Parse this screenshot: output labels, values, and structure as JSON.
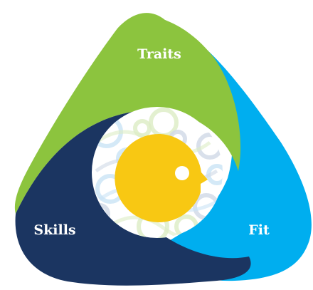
{
  "diagram": {
    "segments": [
      {
        "key": "traits",
        "label": "Traits",
        "color": "#8cc43e"
      },
      {
        "key": "fit",
        "label": "Fit",
        "color": "#00aeef"
      },
      {
        "key": "skills",
        "label": "Skills",
        "color": "#1b3561"
      }
    ],
    "center": {
      "ring_color": "#ffffff",
      "pattern_colors": [
        "#c9e3f5",
        "#dcecc4",
        "#cfd8e6"
      ],
      "circle_color": "#f8c813",
      "eye_color": "#ffffff"
    }
  }
}
